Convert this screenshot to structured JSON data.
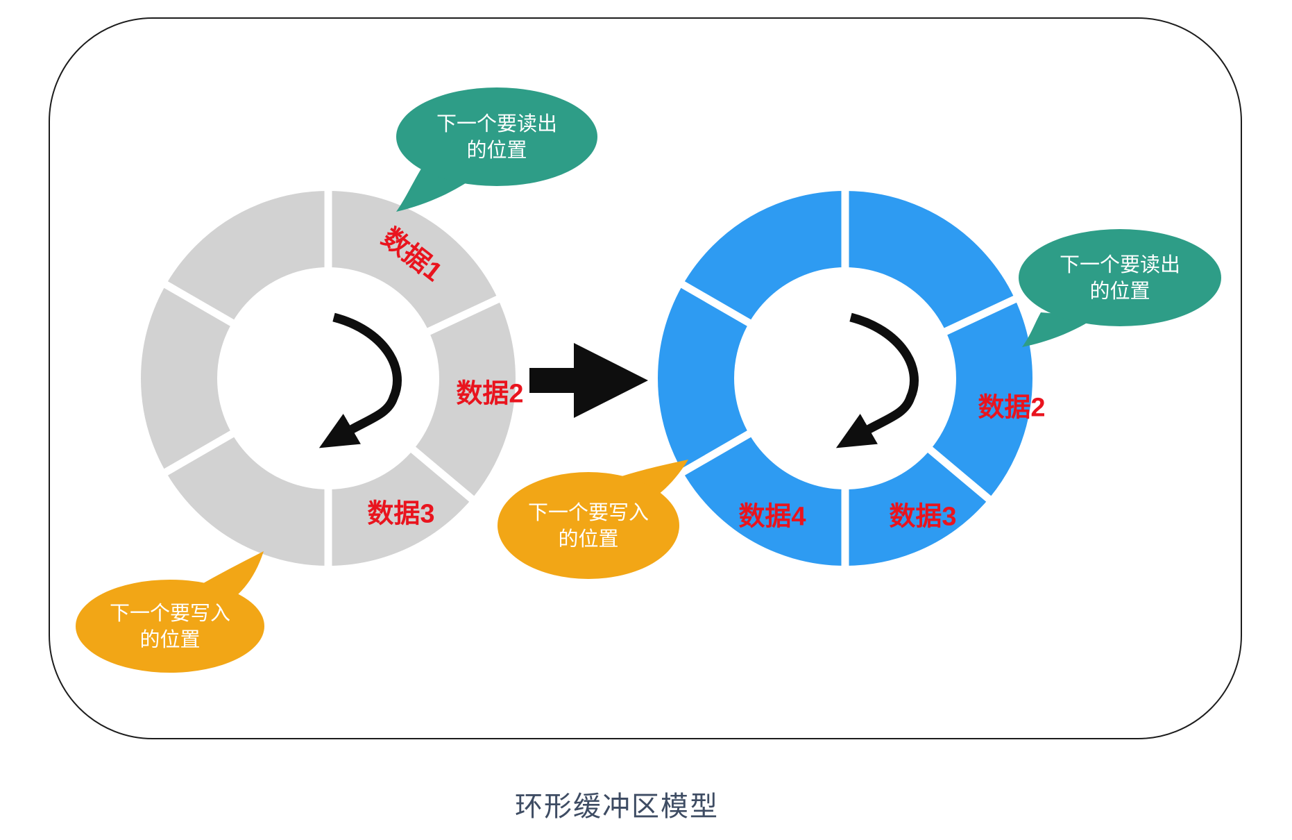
{
  "title": "环形缓冲区模型",
  "colors": {
    "teal": "#2E9D87",
    "orange": "#F2A616",
    "blue": "#2E9BF2",
    "gray": "#D2D2D2",
    "red": "#E9141E",
    "arrow_black": "#0E0E0E",
    "title_text": "#3E4C63",
    "bubble_text": "#FFFFFF"
  },
  "rings": {
    "left": {
      "label1": "数据1",
      "label2": "数据2",
      "label3": "数据3"
    },
    "right": {
      "label2": "数据2",
      "label3": "数据3",
      "label4": "数据4"
    }
  },
  "bubbles": {
    "read": {
      "line1": "下一个要读出",
      "line2": "的位置"
    },
    "write": {
      "line1": "下一个要写入",
      "line2": "的位置"
    }
  }
}
